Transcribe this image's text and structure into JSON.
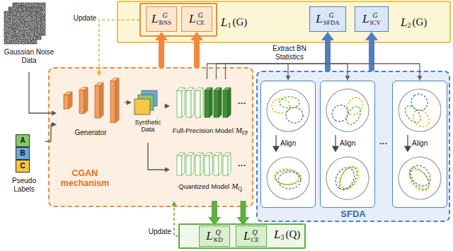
{
  "diagram": {
    "nodes": [
      {
        "text": [
          "L",
          "2",
          "(G)"
        ]
      },
      {
        "text": [
          "L",
          "1",
          "(G)"
        ],
        "in": 0
      },
      {
        "text": [
          "L",
          "G",
          "BNS"
        ],
        "in": 1
      },
      {
        "text": [
          "L",
          "G",
          "CE"
        ],
        "in": 1
      },
      {
        "text": [
          "L",
          "G",
          "SFDA"
        ],
        "in": 0
      },
      {
        "text": [
          "L",
          "G",
          "ICV"
        ],
        "in": 0
      },
      {
        "text": [
          "Gaussian Noise Data"
        ]
      },
      {
        "text": [
          "Pseudo Labels"
        ]
      },
      {
        "text": [
          "A"
        ],
        "in": 7
      },
      {
        "text": [
          "B"
        ],
        "in": 7
      },
      {
        "text": [
          "C"
        ],
        "in": 7
      },
      {
        "text": [
          "CGAN mechanism"
        ]
      },
      {
        "text": [
          "Generator"
        ],
        "in": 11
      },
      {
        "text": [
          "Synthetic Data"
        ],
        "in": 11
      },
      {
        "text": [
          "Full-Precision Model",
          "M",
          "FP"
        ],
        "in": 11
      },
      {
        "text": [
          "Quantized Model",
          "M",
          "Q"
        ],
        "in": 11
      },
      {
        "text": [
          "SFDA"
        ]
      },
      {
        "text": [
          "Align"
        ],
        "in": 16
      },
      {
        "text": [
          "Align"
        ],
        "in": 16
      },
      {
        "text": [
          "Align"
        ],
        "in": 16
      },
      {
        "text": [
          "L",
          "3",
          "(Q)"
        ]
      },
      {
        "text": [
          "L",
          "Q",
          "KD"
        ],
        "in": 20
      },
      {
        "text": [
          "L",
          "Q",
          "CE"
        ],
        "in": 20
      }
    ],
    "edges": [
      {
        "from": 6,
        "to": 12,
        "arrow": "to"
      },
      {
        "from": 7,
        "to": 12,
        "arrow": "to"
      },
      {
        "from": 12,
        "to": 13,
        "arrow": "to"
      },
      {
        "from": 13,
        "to": 14,
        "arrow": "to"
      },
      {
        "from": 13,
        "to": 15,
        "arrow": "to"
      },
      {
        "from": 1,
        "to": 12,
        "label": "Update",
        "arrow": "to"
      },
      {
        "from": 20,
        "to": 15,
        "label": "Update",
        "arrow": "to"
      },
      {
        "from": 11,
        "to": 2,
        "arrow": "to"
      },
      {
        "from": 11,
        "to": 3,
        "arrow": "to"
      },
      {
        "from": 16,
        "to": 4,
        "arrow": "to"
      },
      {
        "from": 16,
        "to": 5,
        "arrow": "to"
      },
      {
        "from": 15,
        "to": 21,
        "arrow": "to"
      },
      {
        "from": 15,
        "to": 22,
        "arrow": "to"
      },
      {
        "from": 14,
        "to": 17,
        "arrow": "to"
      },
      {
        "from": 14,
        "to": 18,
        "arrow": "to"
      },
      {
        "from": 14,
        "to": 19,
        "arrow": "to"
      }
    ],
    "labels": [
      "Extract BN Statistics",
      "•••",
      "•••",
      "•••"
    ]
  }
}
